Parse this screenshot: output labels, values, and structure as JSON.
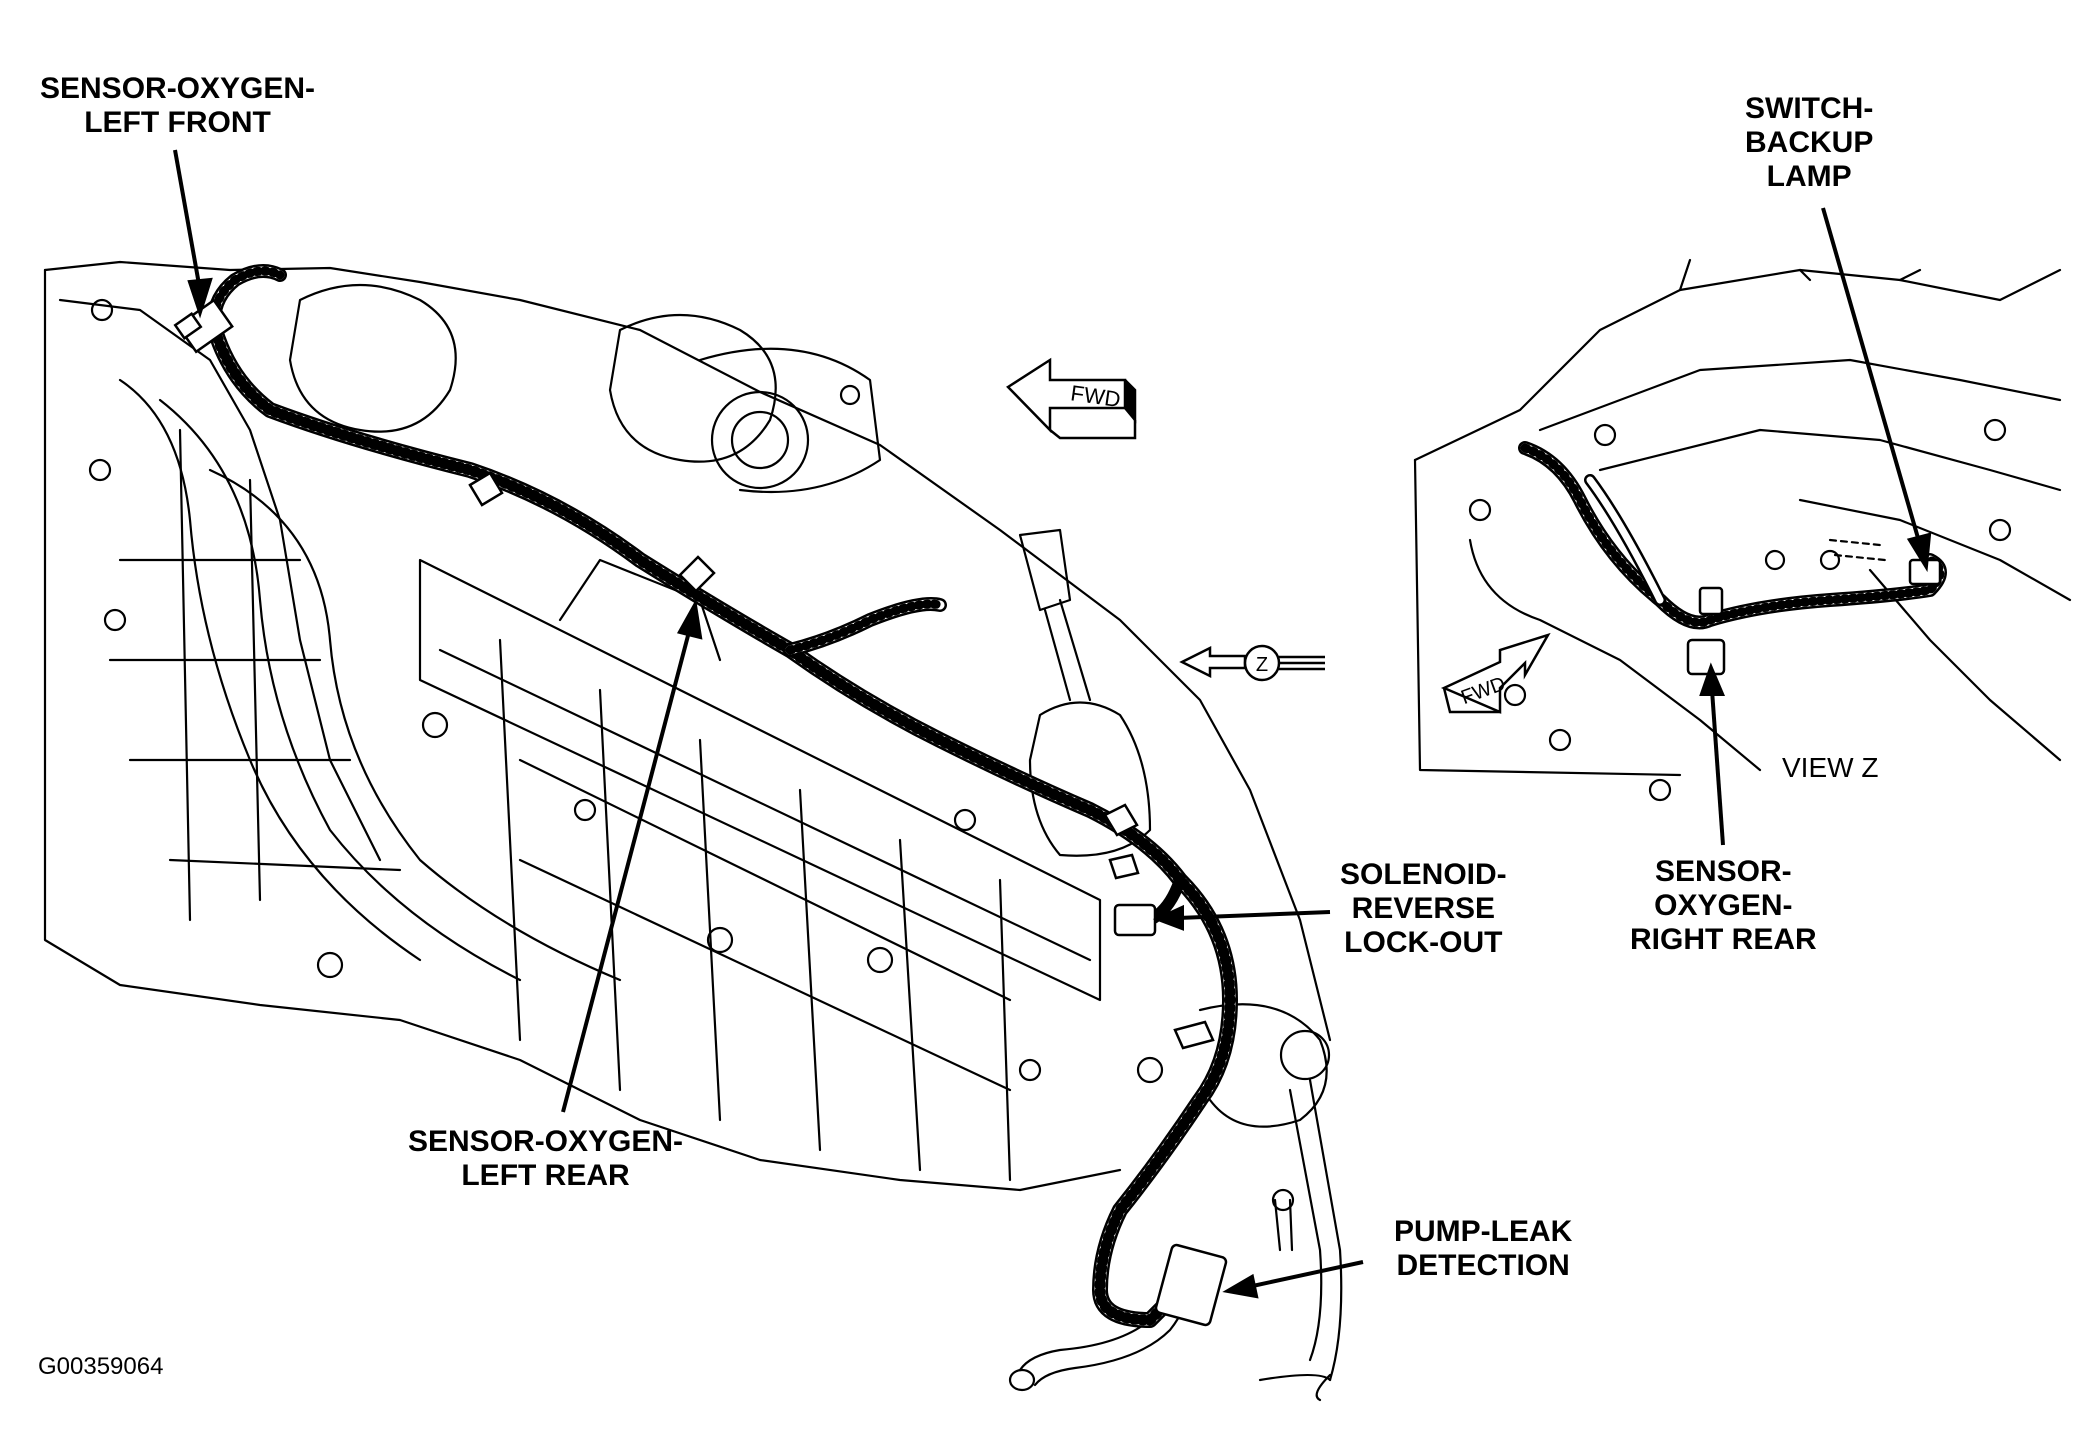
{
  "figure_id": "G00359064",
  "view_label": "VIEW Z",
  "arrows": {
    "fwd_main": "FWD",
    "fwd_inset": "FWD",
    "view_marker": "Z"
  },
  "callouts": {
    "o2_left_front": [
      "SENSOR-OXYGEN-",
      "LEFT FRONT"
    ],
    "o2_left_rear": [
      "SENSOR-OXYGEN-",
      "LEFT REAR"
    ],
    "solenoid": [
      "SOLENOID-",
      "REVERSE",
      "LOCK-OUT"
    ],
    "pump_leak": [
      "PUMP-LEAK",
      "DETECTION"
    ],
    "backup_switch": [
      "SWITCH-",
      "BACKUP",
      "LAMP"
    ],
    "o2_right_rear": [
      "SENSOR-",
      "OXYGEN-",
      "RIGHT REAR"
    ]
  },
  "colors": {
    "ink": "#000000",
    "paper": "#ffffff"
  }
}
